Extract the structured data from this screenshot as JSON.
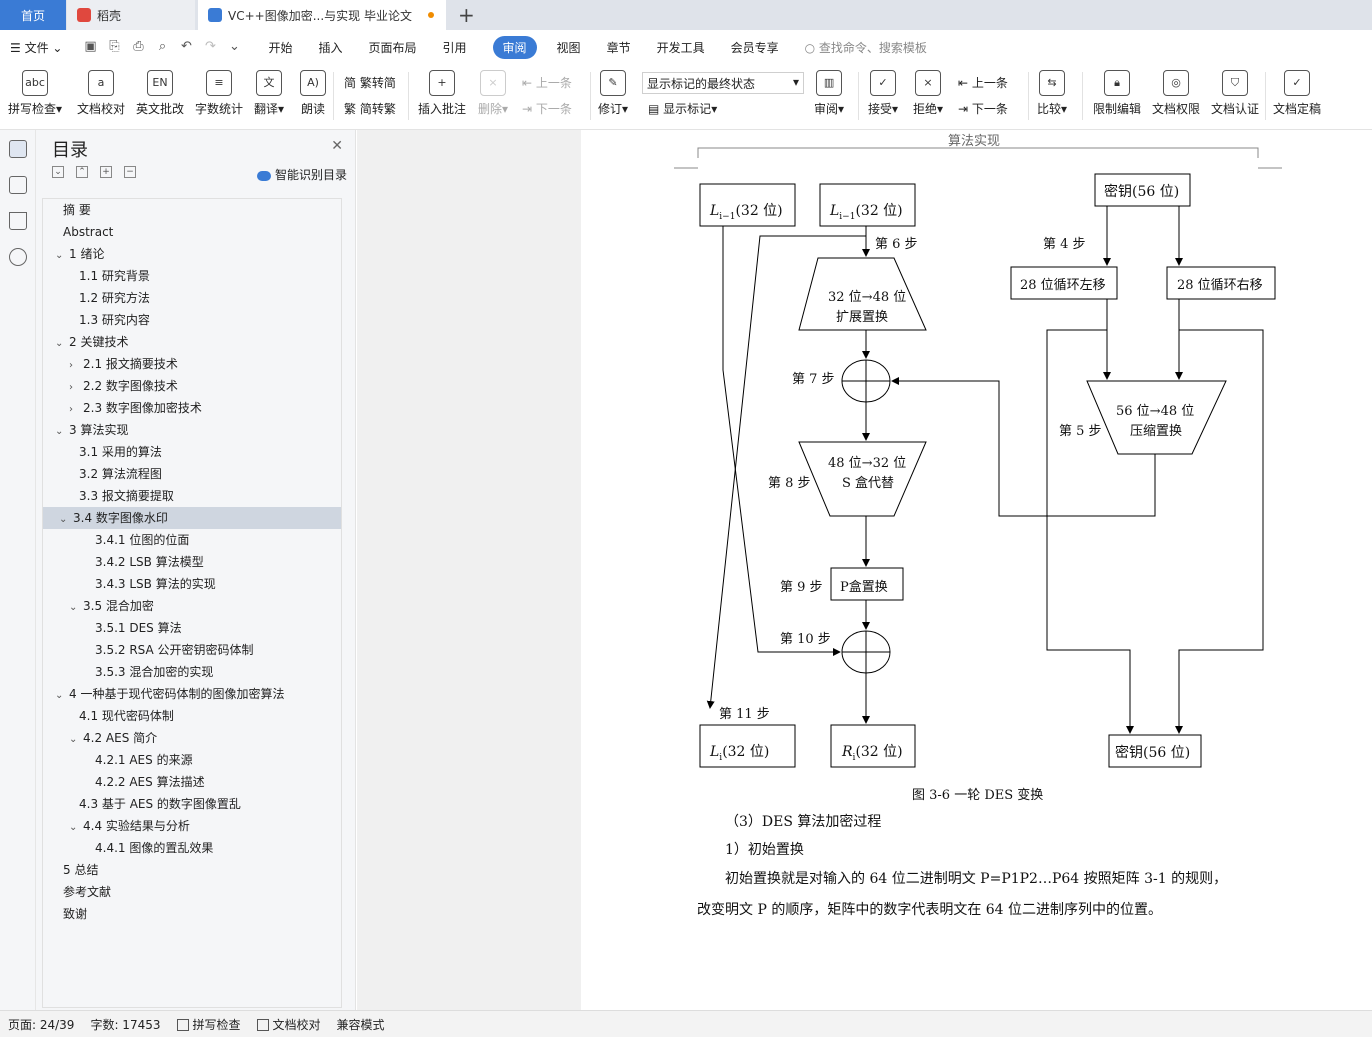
{
  "tabs": {
    "home": "首页",
    "daoke": "稻壳",
    "doc": "VC++图像加密...与实现 毕业论文"
  },
  "menu": {
    "file": "文件",
    "items": [
      "开始",
      "插入",
      "页面布局",
      "引用",
      "审阅",
      "视图",
      "章节",
      "开发工具",
      "会员专享"
    ],
    "active": "审阅",
    "search": "查找命令、搜索模板"
  },
  "ribbon": {
    "spell": "拼写检查",
    "proof": "文档校对",
    "en": "英文批改",
    "count": "字数统计",
    "translate": "翻译",
    "read": "朗读",
    "t2s": "繁转简",
    "s2t": "简转繁",
    "insert_comment": "插入批注",
    "delete": "删除",
    "prev": "上一条",
    "next": "下一条",
    "track": "修订",
    "show_state": "显示标记的最终状态",
    "show_marks": "显示标记",
    "review": "审阅",
    "accept": "接受",
    "reject": "拒绝",
    "prev2": "上一条",
    "next2": "下一条",
    "compare": "比较",
    "restrict": "限制编辑",
    "rights": "文档权限",
    "cert": "文档认证",
    "finalize": "文档定稿"
  },
  "toc": {
    "title": "目录",
    "smart": "智能识别目录",
    "items": [
      "摘 要",
      "Abstract",
      "1  绪论",
      "1.1  研究背景",
      "1.2  研究方法",
      "1.3  研究内容",
      "2  关键技术",
      "2.1  报文摘要技术",
      "2.2  数字图像技术",
      "2.3  数字图像加密技术",
      "3  算法实现",
      "3.1  采用的算法",
      "3.2  算法流程图",
      "3.3  报文摘要提取",
      "3.4  数字图像水印",
      "3.4.1  位图的位面",
      "3.4.2 LSB 算法模型",
      "3.4.3 LSB 算法的实现",
      "3.5  混合加密",
      "3.5.1 DES 算法",
      "3.5.2 RSA 公开密钥密码体制",
      "3.5.3  混合加密的实现",
      "4  一种基于现代密码体制的图像加密算法",
      "4.1 现代密码体制",
      "4.2 AES 简介",
      "4.2.1 AES 的来源",
      "4.2.2 AES 算法描述",
      "4.3  基于 AES 的数字图像置乱",
      "4.4  实验结果与分析",
      "4.4.1  图像的置乱效果",
      "5  总结",
      "参考文献",
      "致谢"
    ]
  },
  "doc": {
    "header": "算法实现",
    "diagram": {
      "L_in": "(32 位)",
      "R_in": "(32 位)",
      "key_in": "密钥(56 位)",
      "step4": "第 4 步",
      "step5": "第 5 步",
      "step6": "第 6 步",
      "step7": "第 7 步",
      "step8": "第 8 步",
      "step9": "第 9 步",
      "step10": "第 10 步",
      "step11": "第 11 步",
      "expand1": "32 位→48 位",
      "expand2": "扩展置换",
      "shl": "28 位循环左移",
      "shr": "28 位循环右移",
      "comp1": "56 位→48 位",
      "comp2": "压缩置换",
      "sbox1": "48 位→32 位",
      "sbox2": "S 盒代替",
      "pbox": "P盒置换",
      "L_out": "(32 位)",
      "R_out": "(32 位)",
      "key_out": "密钥(56 位)"
    },
    "caption": "图 3-6 一轮 DES 变换",
    "p1": "（3）DES 算法加密过程",
    "p2": "1）初始置换",
    "p3": "初始置换就是对输入的 64 位二进制明文 P=P1P2…P64 按照矩阵 3-1 的规则，",
    "p4": "改变明文 P 的顺序，矩阵中的数字代表明文在 64 位二进制序列中的位置。"
  },
  "status": {
    "page": "页面: 24/39",
    "words": "字数: 17453",
    "spell": "拼写检查",
    "proof": "文档校对",
    "compat": "兼容模式"
  }
}
